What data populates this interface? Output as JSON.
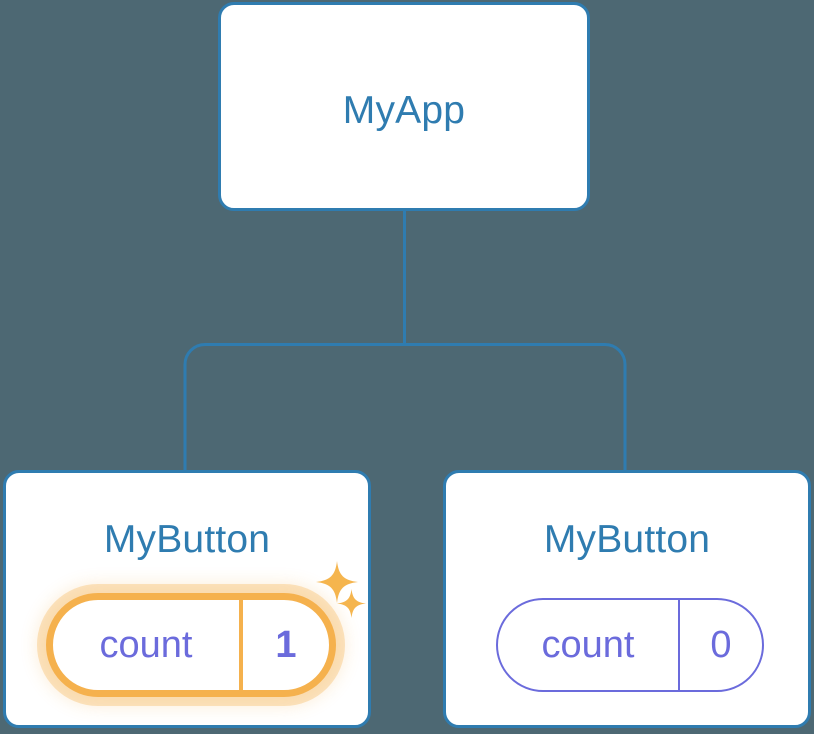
{
  "diagram": {
    "type": "component-tree",
    "background_color": "#4d6873",
    "node_border_color": "#2f7cb0",
    "node_title_color": "#2f7cb0",
    "connector_color": "#2f7cb0",
    "state_color": "#6b6bdc",
    "highlight_color": "#f5b14d",
    "highlight_glow_color": "#fbd9a4",
    "root": {
      "title": "MyApp"
    },
    "children": [
      {
        "title": "MyButton",
        "state": {
          "key": "count",
          "value": "1"
        },
        "highlighted": true,
        "sparkles": [
          "sparkle-large",
          "sparkle-small"
        ]
      },
      {
        "title": "MyButton",
        "state": {
          "key": "count",
          "value": "0"
        },
        "highlighted": false,
        "sparkles": []
      }
    ]
  }
}
